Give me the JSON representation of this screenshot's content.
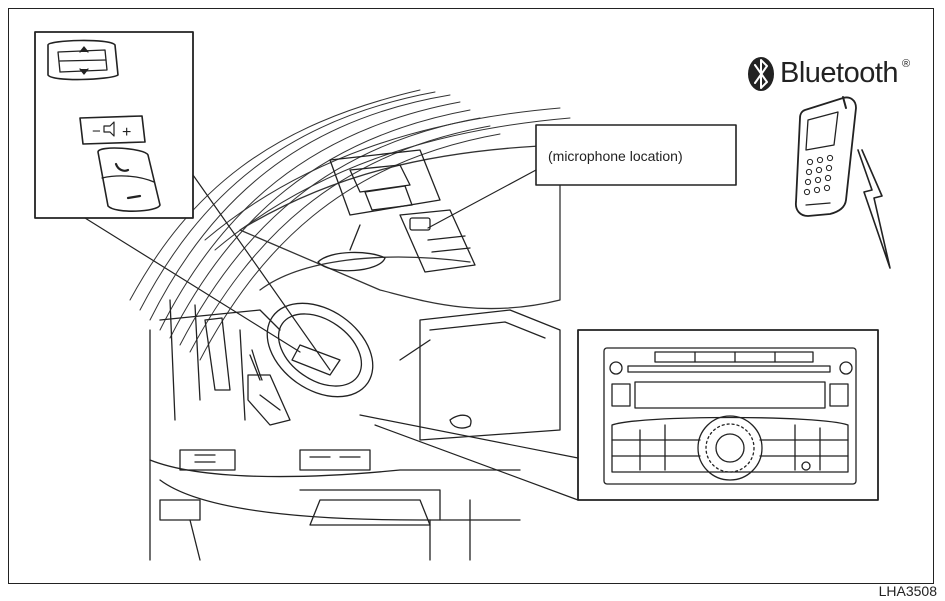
{
  "callout": {
    "microphone_label": "(microphone location)"
  },
  "bluetooth": {
    "word": "Bluetooth",
    "registered": "®",
    "icon": "bluetooth-icon"
  },
  "figure": {
    "code": "LHA3508"
  },
  "icons": {
    "volume": "volume-control-icon",
    "phone": "phone-call-icon",
    "tuner": "tuner-knob-icon",
    "cellphone": "cellphone-icon"
  }
}
